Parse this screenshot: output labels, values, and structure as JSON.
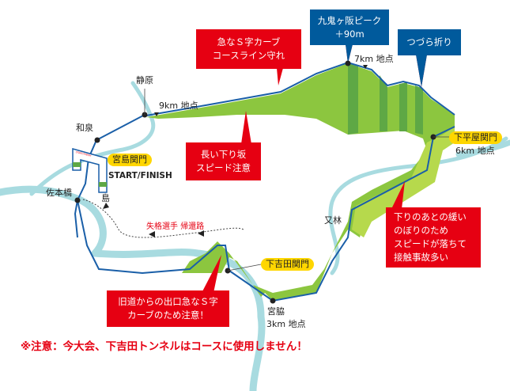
{
  "callouts": {
    "s_curve": [
      "急なＳ字カーブ",
      "コースライン守れ"
    ],
    "peak": [
      "九鬼ヶ阪ピーク",
      "＋90m"
    ],
    "tsuzura": "つづら折り",
    "long_downhill": [
      "長い下り坂",
      "スピード注意"
    ],
    "gentle_climb": [
      "下りのあとの緩い",
      "のぼりのため",
      "スピードが落ちて",
      "接触事故多い"
    ],
    "old_road": [
      "旧道からの出口急なＳ字",
      "カーブのため注意！"
    ]
  },
  "places": {
    "shizuhara": "静原",
    "izumi": "和泉",
    "samotobashi": "佐本橋",
    "shima": "島",
    "matabayashi": "又林",
    "miyawaki": "宮脇"
  },
  "distance_markers": {
    "km9": "9km 地点",
    "km7": "7km 地点",
    "km6": "6km 地点",
    "km3": "3km 地点"
  },
  "checkpoints": {
    "miyajima": "宮島関門",
    "shimohiraya": "下平屋関門",
    "shimoyoshida": "下吉田関門"
  },
  "start_finish": "START/FINISH",
  "gate_banner": "START/FINISH",
  "return_route": "失格選手 帰還路",
  "notice": "※注意：今大会、下吉田トンネルはコースに使用しません！",
  "colors": {
    "course_blue": "#1a5fa8",
    "green": "#8cc63f",
    "dark_green": "#5ea845",
    "river": "#a8dbe0",
    "red": "#e60012",
    "blue_box": "#005a9c",
    "pill": "#ffd600"
  }
}
